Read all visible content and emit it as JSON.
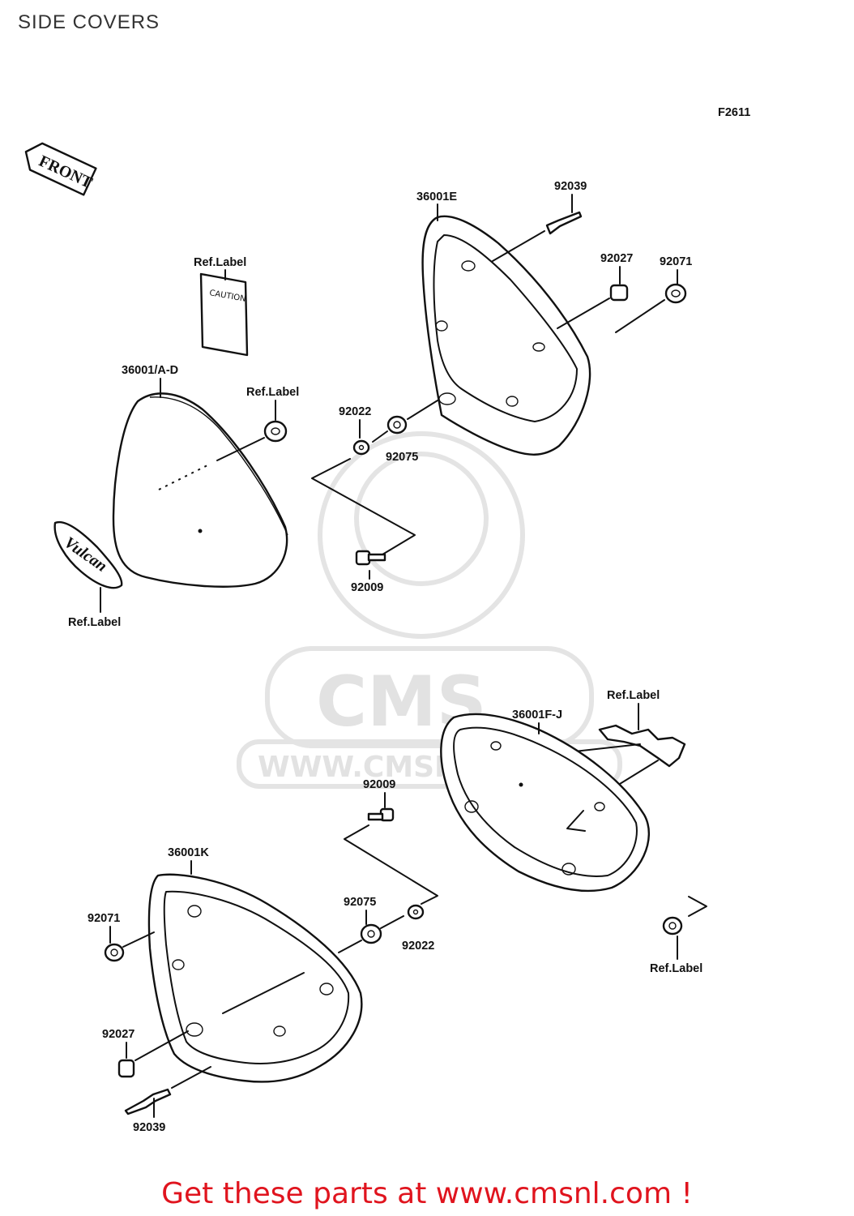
{
  "title": "SIDE COVERS",
  "figure_code": "F2611",
  "front_arrow": "FRONT",
  "callouts": {
    "cover_top_right": "36001E",
    "screw_top": "92039",
    "collar_top": "92027",
    "grommet_top": "92071",
    "label_sheet": "Ref.Label",
    "cover_left": "36001/A-D",
    "emblem_top": "Ref.Label",
    "washer_top": "92022",
    "damper_top": "92075",
    "bolt_top": "92009",
    "vulcan_label": "Ref.Label",
    "label_strip": "Ref.Label",
    "cover_right_lower": "36001F-J",
    "bolt_bottom": "92009",
    "cover_bottom": "36001K",
    "grommet_bottom": "92071",
    "damper_bottom": "92075",
    "washer_bottom": "92022",
    "emblem_bottom": "Ref.Label",
    "collar_bottom": "92027",
    "screw_bottom": "92039"
  },
  "vulcan_emblem_text": "Vulcan",
  "caution_sticker_text": "CAUTION",
  "watermark": {
    "brand": "CMS",
    "url": "WWW.CMSNL.COM"
  },
  "footer": "Get these parts at www.cmsnl.com !",
  "colors": {
    "footer": "#e0141e",
    "ink": "#111111",
    "watermark": "#e2e2e2"
  }
}
